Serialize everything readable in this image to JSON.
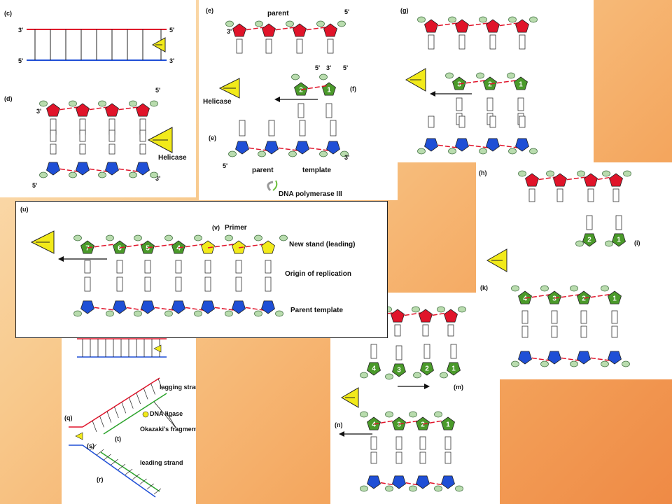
{
  "colors": {
    "red": "#e0142a",
    "blue": "#1f4fd6",
    "green": "#4a9a2a",
    "yellow": "#f2ea1a",
    "pale": "#b9dcae"
  },
  "panel_c": {
    "tag": "(c)",
    "p3": "3'",
    "p5": "5'",
    "b5": "5'",
    "b3": "3'"
  },
  "panel_d": {
    "tag": "(d)",
    "helicase": "Helicase",
    "t3": "3'",
    "t5": "5'",
    "b5": "5'",
    "b3": "3'"
  },
  "panel_e": {
    "tag_top": "(e)",
    "parent": "parent",
    "tag_f": "(f)",
    "helicase": "Helicase",
    "tag_bot": "(e)",
    "parent2": "parent",
    "template": "template",
    "legend": "DNA polymerase III",
    "n1": "1",
    "n2": "2",
    "p3": "3'",
    "p5": "5'",
    "s5a": "5'",
    "s3a": "3'",
    "s5b": "5'",
    "b5": "5'",
    "b3": "3'"
  },
  "panel_g": {
    "tag": "(g)",
    "n1": "1",
    "n2": "2",
    "n3": "3"
  },
  "panel_h": {
    "tag": "(h)",
    "tag_i": "(i)",
    "n1": "1",
    "n2": "2"
  },
  "panel_k": {
    "tag": "(k)",
    "n1": "1",
    "n2": "2",
    "n3": "3",
    "n4": "4"
  },
  "panel_m": {
    "tag_m": "(m)",
    "tag_n": "(n)",
    "n1": "1",
    "n2": "2",
    "n3": "3",
    "n4": "4"
  },
  "panel_q": {
    "tag_q": "(q)",
    "tag_r": "(r)",
    "tag_s": "(s)",
    "tag_t": "(t)",
    "lagging": "lagging strand",
    "ligase": "DNA ligase",
    "okazaki": "Okazaki's fragments",
    "leading": "leading strand"
  },
  "panel_u": {
    "tag_u": "(u)",
    "tag_v": "(v)",
    "primer": "Primer",
    "new_strand": "New stand (leading)",
    "origin": "Origin of replication",
    "parent_template": "Parent template",
    "n4": "4",
    "n5": "5",
    "n6": "6",
    "n7": "7"
  }
}
